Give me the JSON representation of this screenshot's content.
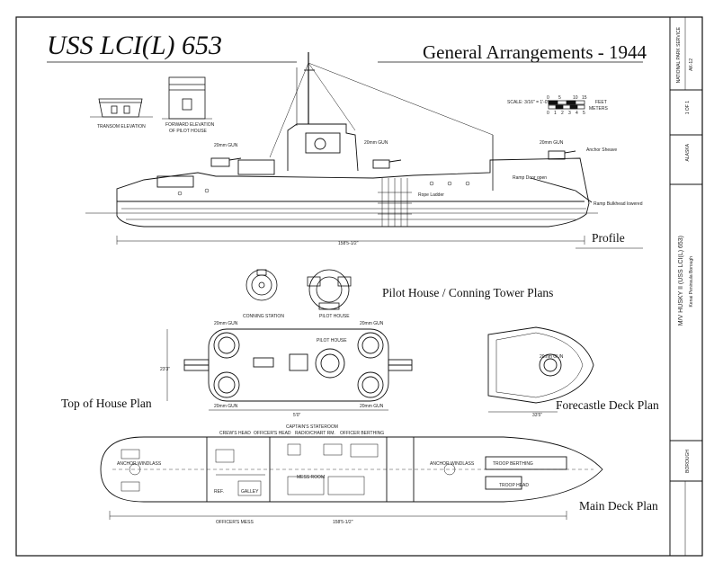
{
  "header": {
    "title": "USS LCI(L) 653",
    "subtitle": "General Arrangements - 1944"
  },
  "views": {
    "profile": "Profile",
    "pilot_house": "Pilot House / Conning Tower Plans",
    "top_of_house": "Top of House Plan",
    "forecastle": "Forecastle Deck Plan",
    "main_deck": "Main Deck Plan"
  },
  "small_labels": {
    "transom": "TRANSOM ELEVATION",
    "forward_elev_1": "FORWARD ELEVATION",
    "forward_elev_2": "OF PILOT HOUSE",
    "gun": "20mm GUN",
    "anchor_sheave": "Anchor Sheave",
    "ramp_door": "Ramp Door open",
    "rope_ladder": "Rope Ladder",
    "ramp_bulkhead": "Ramp Bulkhead lowered",
    "conning_station": "CONNING STATION",
    "pilot_house_small": "PILOT HOUSE",
    "crews_head": "CREW'S HEAD",
    "officers_head": "OFFICER'S HEAD",
    "captains_stateroom": "CAPTAIN'S STATEROOM",
    "radio_chart": "RADIO/CHART RM.",
    "officer_berthing": "OFFICER BERTHING",
    "anchor_windlass": "ANCHOR WINDLASS",
    "troop_head": "TROOP HEAD",
    "troop_berthing": "TROOP BERTHING",
    "galley": "GALLEY",
    "mess_room": "MESS ROOM",
    "officers_mess": "OFFICER'S MESS",
    "ref": "REF."
  },
  "dimensions": {
    "length": "158'5-1/2\"",
    "beam": "23'3\"",
    "width_house": "5'0\"",
    "forecastle_w": "33'5\""
  },
  "scale": {
    "label": "SCALE: 3/16\" = 1'-0\"",
    "feet_unit": "FEET",
    "meters_unit": "METERS",
    "feet_ticks": [
      "0",
      "5",
      "10",
      "15"
    ],
    "meter_ticks": [
      "0",
      "1",
      "2",
      "3",
      "4",
      "5"
    ]
  },
  "title_block": {
    "main": "M/V HUSKY II (USS LCI(L) 653)",
    "sub": "Kenai Peninsula Borough",
    "state": "ALASKA",
    "sheet": "1 OF 1",
    "number": "AK-12",
    "borough": "BOROUGH",
    "agency": "NATIONAL PARK SERVICE"
  }
}
